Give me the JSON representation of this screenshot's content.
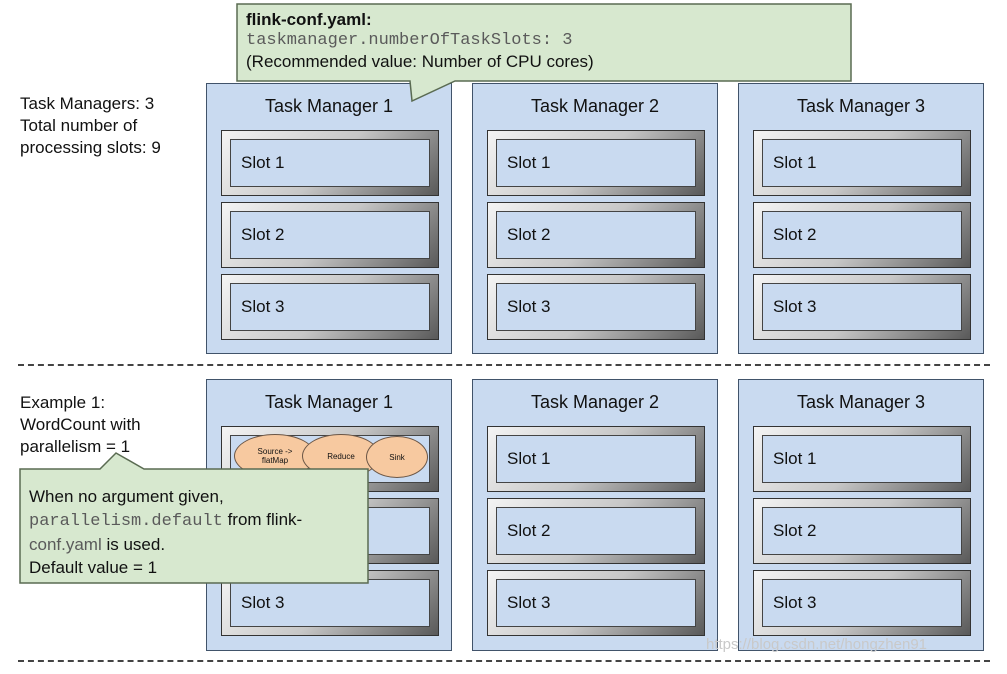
{
  "config_callout": {
    "title": "flink-conf.yaml:",
    "code": "taskmanager.numberOfTaskSlots: 3",
    "note": "(Recommended value: Number of CPU cores)"
  },
  "top_section": {
    "summary_lines": [
      "Task Managers: 3",
      "Total number of",
      "processing slots: 9"
    ],
    "task_managers": [
      {
        "title": "Task Manager 1",
        "slots": [
          "Slot 1",
          "Slot 2",
          "Slot 3"
        ]
      },
      {
        "title": "Task Manager 2",
        "slots": [
          "Slot 1",
          "Slot 2",
          "Slot 3"
        ]
      },
      {
        "title": "Task Manager 3",
        "slots": [
          "Slot 1",
          "Slot 2",
          "Slot 3"
        ]
      }
    ]
  },
  "example_section": {
    "description_lines": [
      "Example 1:",
      "WordCount with",
      "parallelism = 1"
    ],
    "task_managers": [
      {
        "title": "Task Manager 1",
        "slots": [
          "Slot 3"
        ]
      },
      {
        "title": "Task Manager 2",
        "slots": [
          "Slot 1",
          "Slot 2",
          "Slot 3"
        ]
      },
      {
        "title": "Task Manager 3",
        "slots": [
          "Slot 1",
          "Slot 2",
          "Slot 3"
        ]
      }
    ],
    "operators": [
      {
        "label_line1": "Source ->",
        "label_line2": "flatMap"
      },
      {
        "label_line1": "Reduce",
        "label_line2": ""
      },
      {
        "label_line1": "Sink",
        "label_line2": ""
      }
    ],
    "parallelism_callout": {
      "line1": "When no argument given,",
      "code": "parallelism.default",
      "line2_rest": " from flink-",
      "code2": "conf.yaml",
      "line3_rest": " is used.",
      "line4": "Default value = 1"
    }
  },
  "watermark": "https://blog.csdn.net/hongzhen91"
}
